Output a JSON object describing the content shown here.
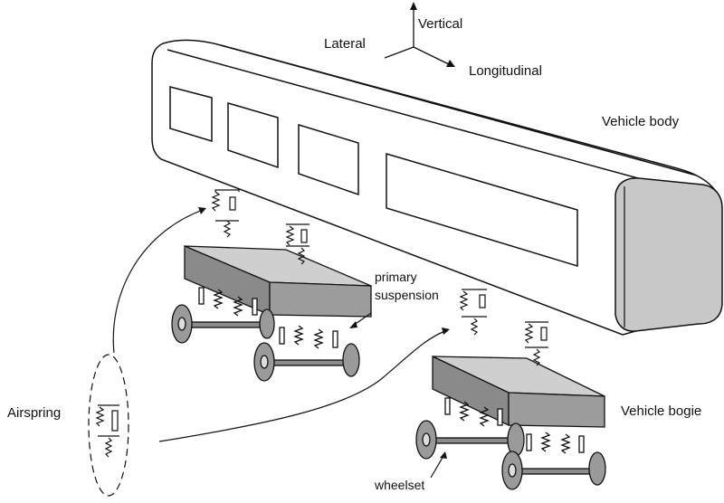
{
  "diagram": {
    "labels": {
      "vertical": "Vertical",
      "lateral": "Lateral",
      "longitudinal": "Longitudinal",
      "vehicle_body": "Vehicle body",
      "primary_suspension_1": "primary",
      "primary_suspension_2": "suspension",
      "airspring": "Airspring",
      "vehicle_bogie": "Vehicle bogie",
      "wheelset": "wheelset"
    },
    "colors": {
      "line": "#111111",
      "bogie_top": "#cfcfcf",
      "bogie_side": "#8a8a8a",
      "body_end": "#c8c8c8",
      "wheel": "#9a9a9a",
      "axle": "#8c8c8c"
    }
  }
}
